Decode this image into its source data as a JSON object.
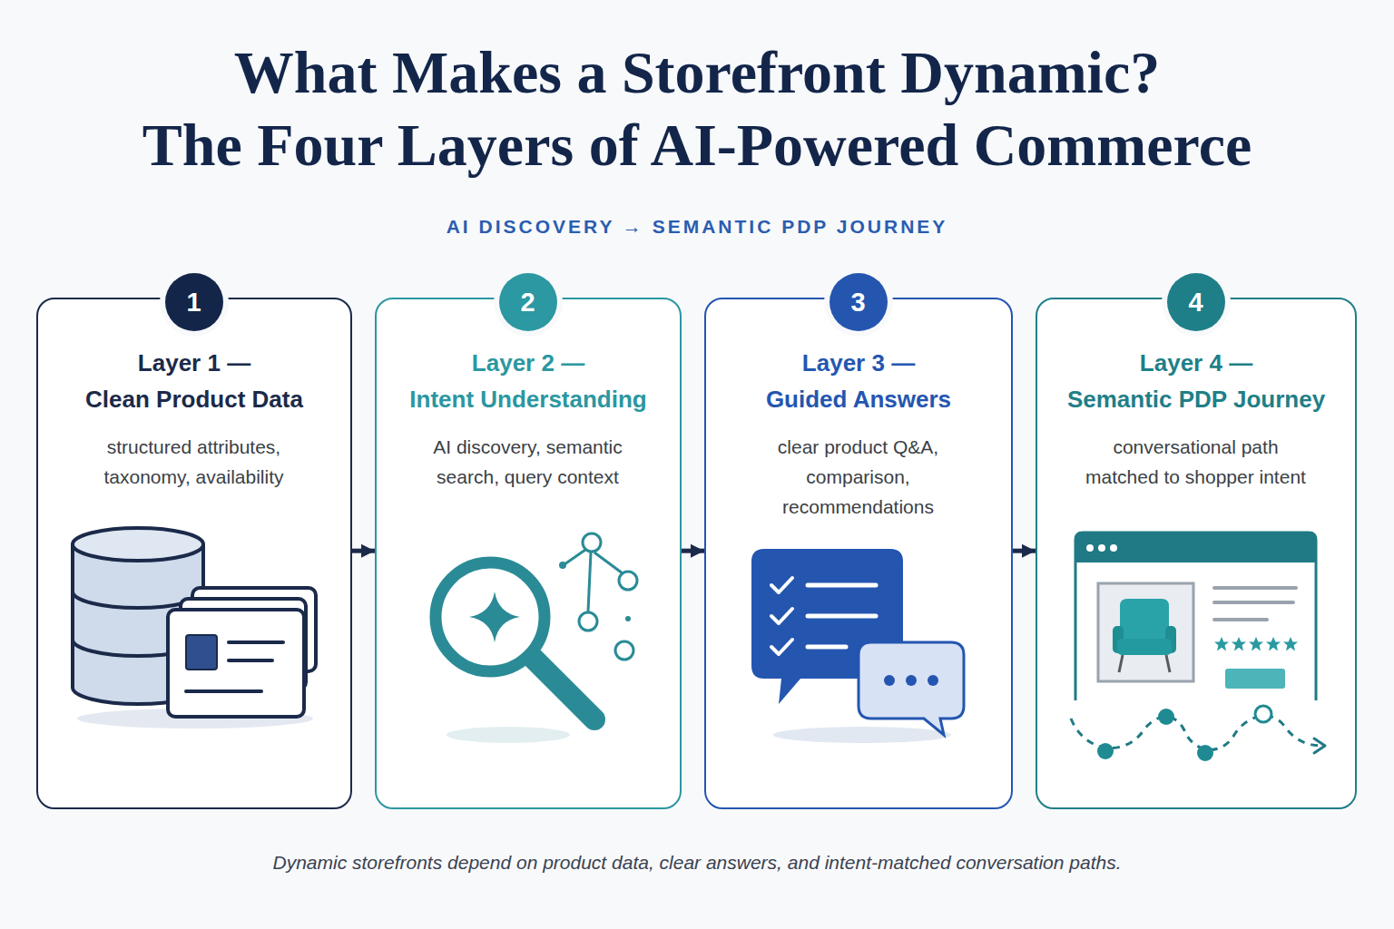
{
  "diagram": {
    "title": "What Makes a Storefront Dynamic? The Four Layers of AI-Powered Commerce",
    "caption": "Dynamic storefronts depend on product data, clear answers, and intent-matched conversation paths.",
    "nodes": [
      {
        "text": [
          "Layer 1 — Clean Product Data",
          "structured attributes, taxonomy, availability"
        ]
      },
      {
        "text": [
          "1"
        ],
        "in": 0
      },
      {
        "text": [
          "Layer 2 — Intent Understanding",
          "AI discovery, semantic search, query context"
        ]
      },
      {
        "text": [
          "2"
        ],
        "in": 2
      },
      {
        "text": [
          "Layer 3 — Guided Answers",
          "clear product Q&A, comparison, recommendations"
        ]
      },
      {
        "text": [
          "3"
        ],
        "in": 4
      },
      {
        "text": [
          "Layer 4 — Semantic PDP Journey",
          "conversational path matched to shopper intent"
        ]
      },
      {
        "text": [
          "4"
        ],
        "in": 6
      }
    ],
    "edges": [
      {
        "from": 0,
        "to": 2,
        "arrow": "to"
      },
      {
        "from": 2,
        "to": 4,
        "arrow": "to"
      },
      {
        "from": 4,
        "to": 6,
        "arrow": "to"
      }
    ],
    "labels": [
      "AI DISCOVERY → SEMANTIC PDP JOURNEY"
    ]
  }
}
